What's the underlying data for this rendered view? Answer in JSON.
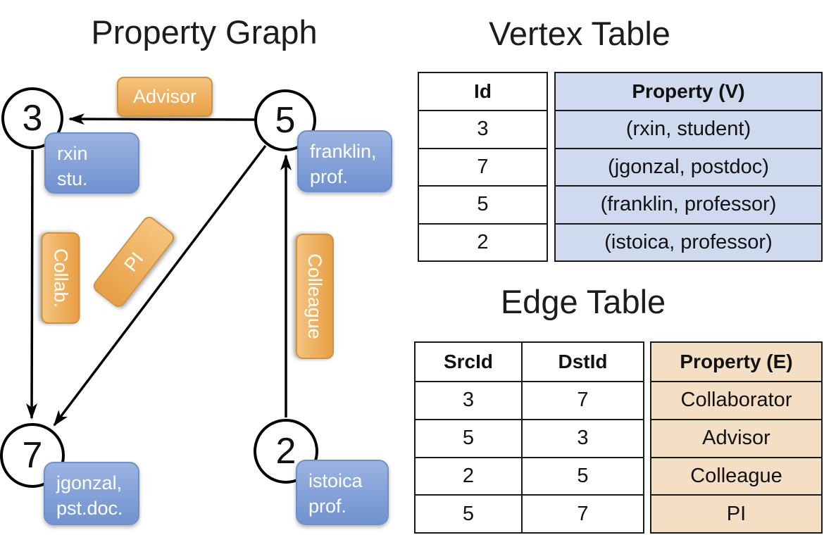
{
  "graph": {
    "title": "Property Graph",
    "vertices": [
      {
        "id": "3",
        "label_lines": [
          "rxin",
          "stu."
        ]
      },
      {
        "id": "5",
        "label_lines": [
          "franklin,",
          "prof."
        ]
      },
      {
        "id": "7",
        "label_lines": [
          "jgonzal,",
          "pst.doc."
        ]
      },
      {
        "id": "2",
        "label_lines": [
          "istoica",
          "prof."
        ]
      }
    ],
    "edge_labels": {
      "advisor": "Advisor",
      "collab": "Collab.",
      "pi": "PI",
      "colleague": "Colleague"
    }
  },
  "vertex_table": {
    "title": "Vertex Table",
    "columns": {
      "id": "Id",
      "property": "Property (V)"
    },
    "rows": [
      {
        "id": "3",
        "property": "(rxin, student)"
      },
      {
        "id": "7",
        "property": "(jgonzal, postdoc)"
      },
      {
        "id": "5",
        "property": "(franklin, professor)"
      },
      {
        "id": "2",
        "property": "(istoica, professor)"
      }
    ]
  },
  "edge_table": {
    "title": "Edge Table",
    "columns": {
      "src": "SrcId",
      "dst": "DstId",
      "property": "Property (E)"
    },
    "rows": [
      {
        "src": "3",
        "dst": "7",
        "property": "Collaborator"
      },
      {
        "src": "5",
        "dst": "3",
        "property": "Advisor"
      },
      {
        "src": "2",
        "dst": "5",
        "property": "Colleague"
      },
      {
        "src": "5",
        "dst": "7",
        "property": "PI"
      }
    ]
  },
  "colors": {
    "edge_label_fill_top": "#f5c47e",
    "edge_label_fill_bottom": "#e89e44",
    "vertex_label_fill_top": "#9bb3e1",
    "vertex_label_fill_bottom": "#7092d0",
    "vertex_property_cell": "#cfdaef",
    "edge_property_cell": "#f4dfc5",
    "line": "#000000"
  }
}
